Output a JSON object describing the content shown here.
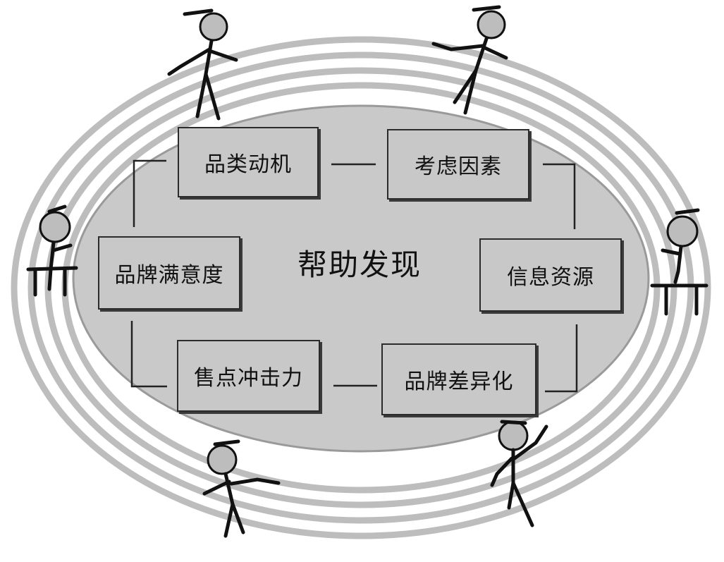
{
  "diagram": {
    "center_label": "帮助发现",
    "nodes": [
      {
        "id": "category-motive",
        "label": "品类动机"
      },
      {
        "id": "consideration-factors",
        "label": "考虑因素"
      },
      {
        "id": "information-sources",
        "label": "信息资源"
      },
      {
        "id": "brand-differentiation",
        "label": "品牌差异化"
      },
      {
        "id": "point-of-sale-impact",
        "label": "售点冲击力"
      },
      {
        "id": "brand-satisfaction",
        "label": "品牌满意度"
      }
    ],
    "colors": {
      "box_fill": "#c8c8c8",
      "track_fill": "#bdbdbd",
      "inner_fill": "#c9c9c9",
      "outline": "#2b2b2b"
    },
    "icons": [
      "running-stick-figure-icon",
      "sitting-stick-figure-icon",
      "hurdle-icon"
    ]
  }
}
